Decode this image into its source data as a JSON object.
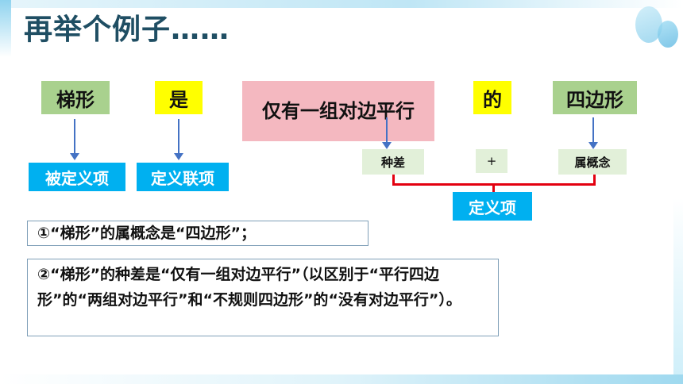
{
  "title": "再举个例子……",
  "row1": {
    "term": "梯形",
    "copula": "是",
    "difference": "仅有一组对边平行",
    "particle": "的",
    "genus": "四边形"
  },
  "labels": {
    "definiendum": "被定义项",
    "copula_term": "定义联项",
    "species_difference": "种差",
    "plus": "+",
    "genus_concept": "属概念",
    "definiens": "定义项"
  },
  "notes": {
    "note1": "①“梯形”的属概念是“四边形”；",
    "note2": "②“梯形”的种差是“仅有一组对边平行”（以区别于“平行四边形”的“两组对边平行”和“不规则四边形”的“没有对边平行”）。"
  },
  "colors": {
    "green": "#a9d18e",
    "yellow": "#ffff00",
    "pink": "#f4b8c0",
    "accent": "#00b0f0",
    "bracket": "#e3000f",
    "arrow": "#4472c4"
  }
}
